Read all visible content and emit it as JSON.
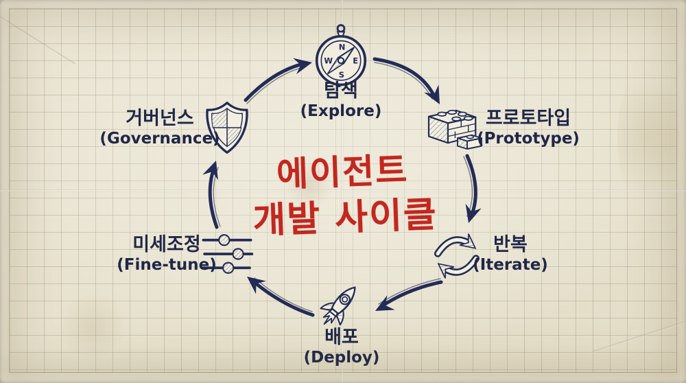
{
  "diagram_title": {
    "line1": "에이전트",
    "line2": "개발 사이클"
  },
  "stages": [
    {
      "id": "explore",
      "label_ko": "탐색",
      "label_en": "(Explore)",
      "icon": "compass-icon"
    },
    {
      "id": "prototype",
      "label_ko": "프로토타입",
      "label_en": "(Prototype)",
      "icon": "lego-bricks-icon"
    },
    {
      "id": "iterate",
      "label_ko": "반복",
      "label_en": "(Iterate)",
      "icon": "cycle-arrows-icon"
    },
    {
      "id": "deploy",
      "label_ko": "배포",
      "label_en": "(Deploy)",
      "icon": "rocket-icon"
    },
    {
      "id": "fine_tune",
      "label_ko": "미세조정",
      "label_en": "(Fine-tune)",
      "icon": "sliders-icon"
    },
    {
      "id": "governance",
      "label_ko": "거버넌스",
      "label_en": "(Governance)",
      "icon": "shield-icon"
    }
  ],
  "flow_order": [
    "explore",
    "prototype",
    "iterate",
    "deploy",
    "fine_tune",
    "governance"
  ],
  "compass_icon_letters": {
    "north": "N",
    "east": "E",
    "south": "S",
    "west": "W"
  },
  "colors": {
    "ink_navy": "#232c56",
    "title_red": "#c3271f",
    "paper": "#e9e4d1"
  }
}
